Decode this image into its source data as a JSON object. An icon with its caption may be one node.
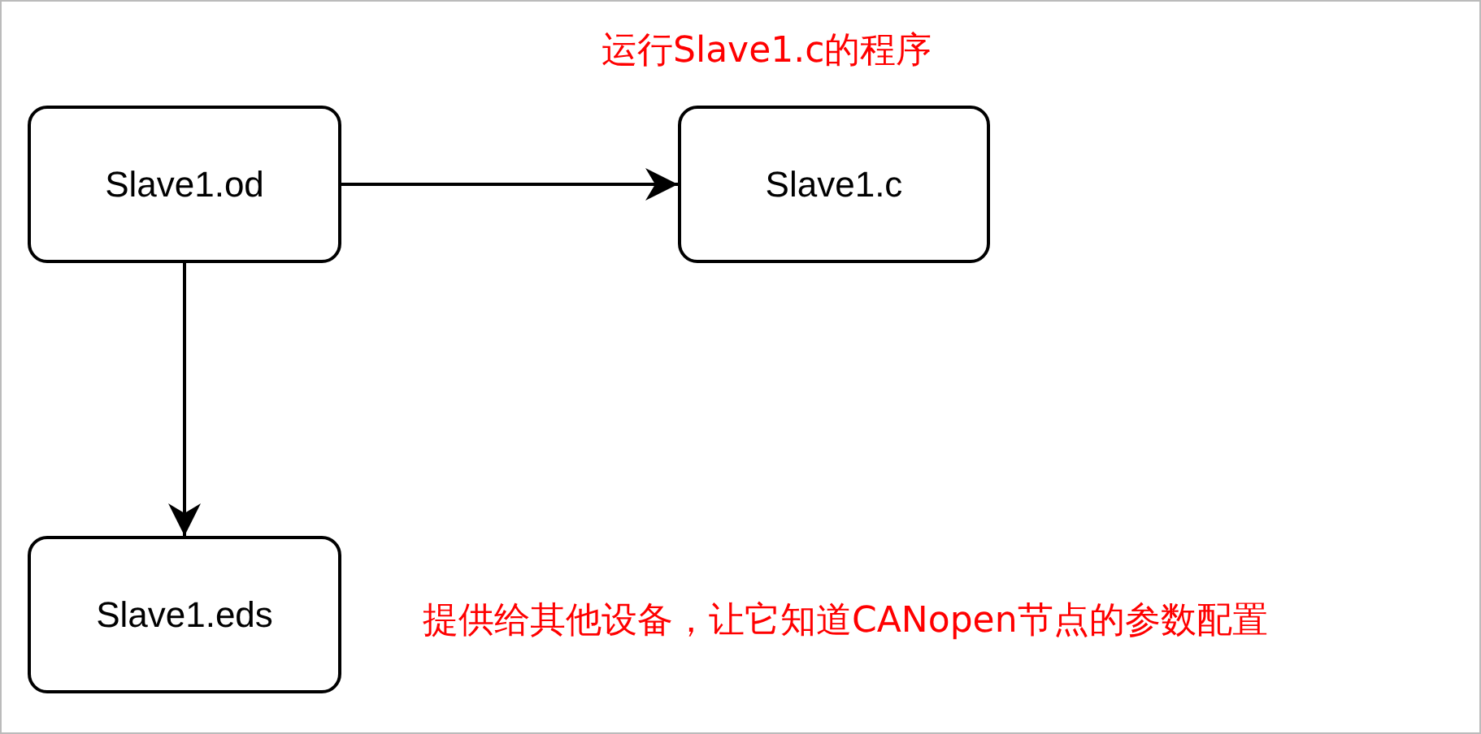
{
  "diagram": {
    "nodes": [
      {
        "text": [
          "Slave1.od"
        ]
      },
      {
        "text": [
          "Slave1.c"
        ]
      },
      {
        "text": [
          "Slave1.eds"
        ]
      }
    ],
    "edges": [
      {
        "from": 0,
        "to": 1,
        "arrow": "to"
      },
      {
        "from": 0,
        "to": 2,
        "arrow": "to"
      }
    ],
    "labels": [
      "运行Slave1.c的程序",
      "提供给其他设备，让它知道CANopen节点的参数配置"
    ]
  }
}
